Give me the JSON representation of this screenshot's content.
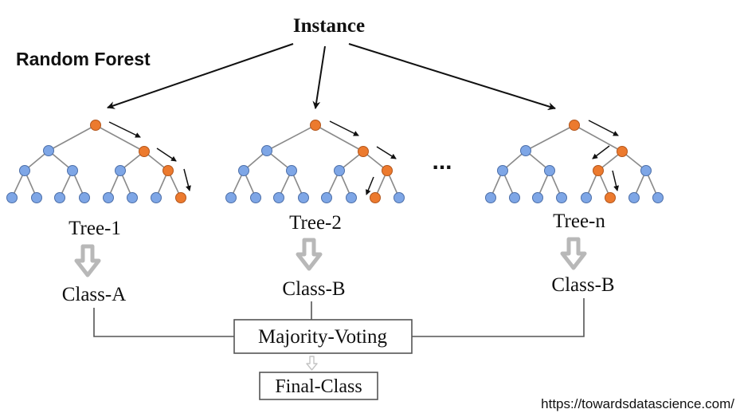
{
  "diagram": {
    "instance_label": "Instance",
    "title": "Random Forest",
    "ellipsis": "...",
    "trees": [
      {
        "label": "Tree-1",
        "class_label": "Class-A"
      },
      {
        "label": "Tree-2",
        "class_label": "Class-B"
      },
      {
        "label": "Tree-n",
        "class_label": "Class-B"
      }
    ],
    "majority_label": "Majority-Voting",
    "final_label": "Final-Class",
    "source_url": "https://towardsdatascience.com/",
    "colors": {
      "leaf_node": "#7ea6e6",
      "path_node": "#ec7a2e",
      "node_stroke": "#4d6fa8",
      "path_stroke": "#b3561c",
      "edges": "#8a8a8a",
      "block_arrow": "#b8b8b8",
      "box_border": "#555555",
      "text": "#111111"
    }
  }
}
